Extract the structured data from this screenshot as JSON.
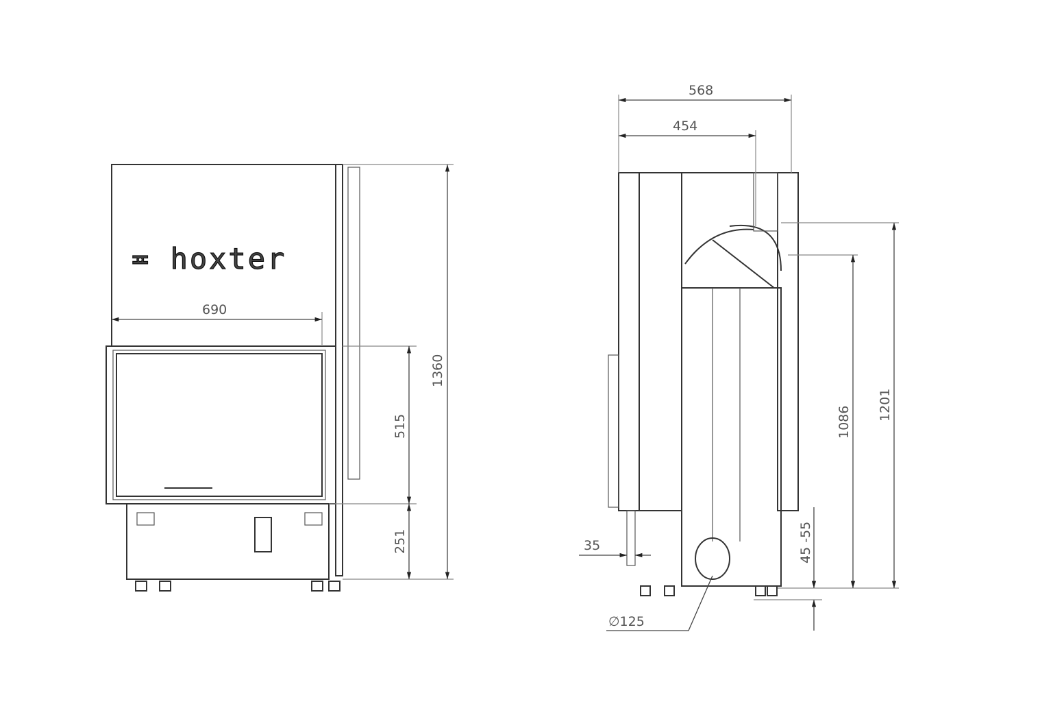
{
  "logo": {
    "text": "hoxter"
  },
  "front_view": {
    "dimensions": {
      "width": "690",
      "total_height": "1360",
      "door_height": "515",
      "base_height": "251"
    }
  },
  "side_view": {
    "dimensions": {
      "total_depth": "568",
      "flue_depth": "454",
      "flue_height_top": "1201",
      "flue_height": "1086",
      "feet_adjust": "45 -55",
      "door_offset": "35",
      "air_inlet_diameter": "∅125"
    }
  },
  "colors": {
    "line": "#333333",
    "dimension_text": "#555555",
    "background": "#ffffff"
  }
}
